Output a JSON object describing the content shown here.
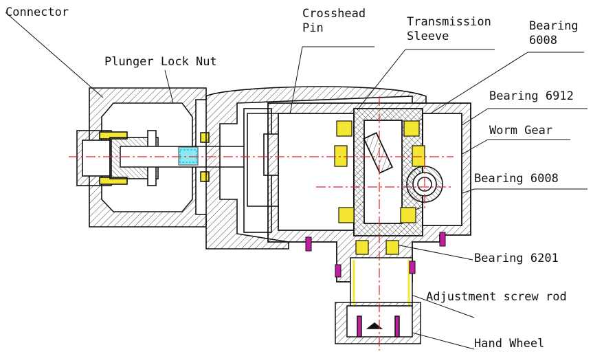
{
  "labels": {
    "connector": "Connector",
    "plunger_lock_nut": "Plunger Lock Nut",
    "crosshead_pin": "Crosshead\nPin",
    "transmission_sleeve": "Transmission\nSleeve",
    "bearing_6008_top": "Bearing\n6008",
    "bearing_6912": "Bearing 6912",
    "worm_gear": "Worm Gear",
    "bearing_6008_mid": "Bearing 6008",
    "bearing_6201": "Bearing 6201",
    "adjustment_screw_rod": "Adjustment screw rod",
    "hand_wheel": "Hand Wheel"
  },
  "colors": {
    "outline": "#111111",
    "hatch": "#333333",
    "centerline": "#e0222a",
    "bearing_fill": "#f5e632",
    "nut_highlight": "#2fd6ec",
    "fastener": "#c020a0"
  }
}
